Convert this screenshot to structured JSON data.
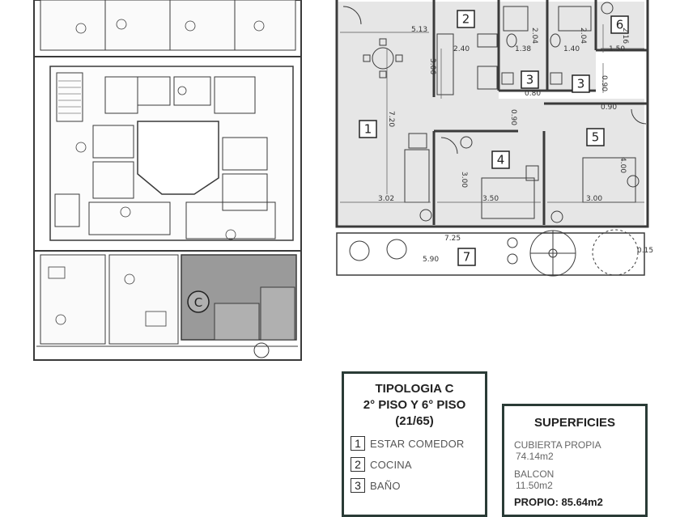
{
  "plan": {
    "unit_marker": "C",
    "rooms": [
      "1",
      "2",
      "3",
      "3",
      "4",
      "5",
      "6",
      "7"
    ],
    "dimensions": [
      "5.13",
      "3.06",
      "2.40",
      "2.04",
      "2.04",
      "2.16",
      "1.38",
      "1.40",
      "1.50",
      "0.80",
      "0.90",
      "0.90",
      "0.90",
      "7.20",
      "3.00",
      "4.00",
      "3.02",
      "3.50",
      "3.00",
      "7.25",
      "5.90",
      "0.15"
    ]
  },
  "tipologia": {
    "title_lines": [
      "TIPOLOGIA C",
      "2° PISO Y 6° PISO",
      "(21/65)"
    ],
    "legend": [
      {
        "num": "1",
        "label": "ESTAR COMEDOR"
      },
      {
        "num": "2",
        "label": "COCINA"
      },
      {
        "num": "3",
        "label": "BAÑO"
      }
    ]
  },
  "superficies": {
    "title": "SUPERFICIES",
    "items": [
      {
        "label": "CUBIERTA PROPIA",
        "value": "74.14m2"
      },
      {
        "label": "BALCON",
        "value": "11.50m2"
      }
    ],
    "total": "PROPIO: 85.64m2"
  },
  "colors": {
    "room_fill": "#e6e6e6",
    "wall": "#3a3a3a",
    "highlight": "#9a9a9a",
    "panel_border": "#2a3b36"
  }
}
